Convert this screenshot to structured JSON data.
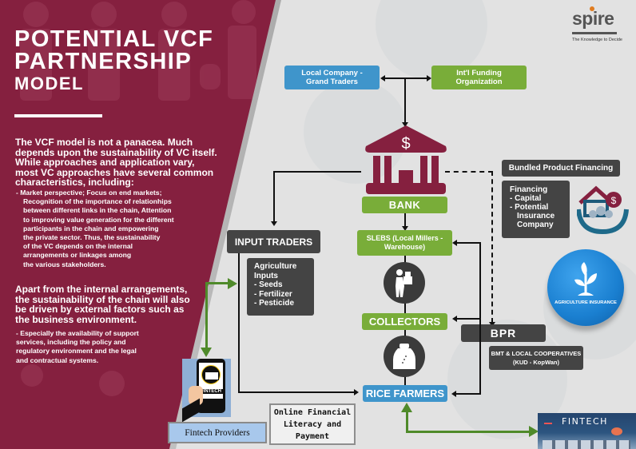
{
  "logo": {
    "name": "spire",
    "tagline": "The Knowledge to Decide"
  },
  "left_panel": {
    "title_line1": "POTENTIAL VCF",
    "title_line2": "PARTNERSHIP",
    "title_line3": "MODEL",
    "intro_lines": [
      "The VCF model is not a panacea. Much",
      "depends upon the sustainability of VC itself.",
      "While approaches and application vary,",
      "most VC approaches have several common",
      "characteristics, including:"
    ],
    "bullet1_lines": [
      "-  Market perspective; Focus on end markets;",
      "Recognition of the importance of relationhips",
      "between different links in the chain, Attention",
      "to improving value generation for the different",
      "participants in the chain and empowering",
      "the private sector. Thus, the sustainability",
      "of the VC depends on the internal",
      "arrangements or linkages among",
      "the various stakeholders."
    ],
    "external_lines": [
      "Apart from the internal arrangements,",
      "the sustainability of the chain will also",
      "be driven by external factors such as",
      "the business environment."
    ],
    "bullet2_lines": [
      "-  Especially the availability of support",
      "services, including the policy and",
      "regulatory environment and the legal",
      "and contractual systems."
    ]
  },
  "diagram": {
    "local_company": {
      "line1": "Local Company -",
      "line2": "Grand Traders"
    },
    "intl_funding": {
      "line1": "Int'l Funding",
      "line2": "Organization"
    },
    "bank_icon_symbol": "$",
    "bank_label": "BANK",
    "bundled_product": "Bundled Product Financing",
    "financing_box": [
      "Financing",
      "- Capital",
      "- Potential",
      "  Insurance",
      "  Company"
    ],
    "input_traders": "INPUT TRADERS",
    "agri_inputs": [
      "Agriculture",
      "Inputs",
      "- Seeds",
      "- Fertilizer",
      "- Pesticide"
    ],
    "slebs": {
      "line1": "SLEBS (Local Millers -",
      "line2": "Warehouse)"
    },
    "collectors": "COLLECTORS",
    "bpr": "BPR",
    "bmt": {
      "line1": "BMT & LOCAL COOPERATIVES",
      "line2": "(KUD - KopWan)"
    },
    "agri_insurance": "AGRICULTURE INSURANCE",
    "rice_farmers": "RICE FARMERS",
    "fintech_phone_label": "FINTECH",
    "fintech_providers": "Fintech Providers",
    "online_literacy": [
      "Online Financial",
      "Literacy and",
      "Payment"
    ],
    "fintech_banner": "FINTECH"
  },
  "colors": {
    "maroon": "#85203f",
    "green": "#79ad39",
    "blue": "#3f95cb",
    "dark": "#444444",
    "arrow_green": "#4f8a2a"
  }
}
